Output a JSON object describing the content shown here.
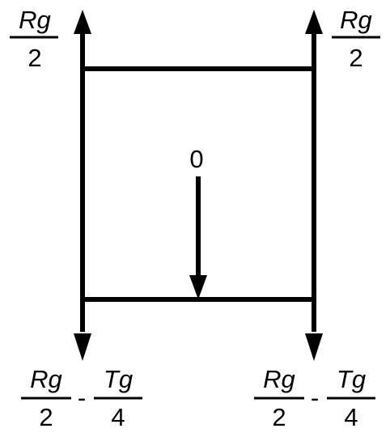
{
  "diagram": {
    "top_left": {
      "num": "Rg",
      "den": "2"
    },
    "top_right": {
      "num": "Rg",
      "den": "2"
    },
    "center_value": "0",
    "bottom_left": {
      "term1": {
        "num": "Rg",
        "den": "2"
      },
      "operator": "-",
      "term2": {
        "num": "Tg",
        "den": "4"
      }
    },
    "bottom_right": {
      "term1": {
        "num": "Rg",
        "den": "2"
      },
      "operator": "-",
      "term2": {
        "num": "Tg",
        "den": "4"
      }
    },
    "colors": {
      "stroke": "#000000",
      "background": "#ffffff"
    }
  }
}
